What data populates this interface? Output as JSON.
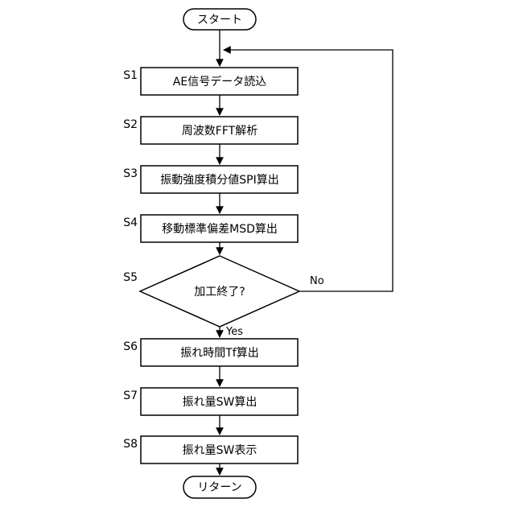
{
  "flowchart": {
    "terminals": {
      "start": "スタート",
      "end": "リターン"
    },
    "steps": [
      {
        "id": "S1",
        "label": "AE信号データ読込"
      },
      {
        "id": "S2",
        "label": "周波数FFT解析"
      },
      {
        "id": "S3",
        "label": "振動強度積分値SPI算出"
      },
      {
        "id": "S4",
        "label": "移動標準偏差MSD算出"
      },
      {
        "id": "S6",
        "label": "振れ時間Tf算出"
      },
      {
        "id": "S7",
        "label": "振れ量SW算出"
      },
      {
        "id": "S8",
        "label": "振れ量SW表示"
      }
    ],
    "decision": {
      "id": "S5",
      "label": "加工終了?",
      "yes": "Yes",
      "no": "No"
    },
    "colors": {
      "stroke": "#000000",
      "fill": "#ffffff",
      "background": "#ffffff"
    }
  }
}
